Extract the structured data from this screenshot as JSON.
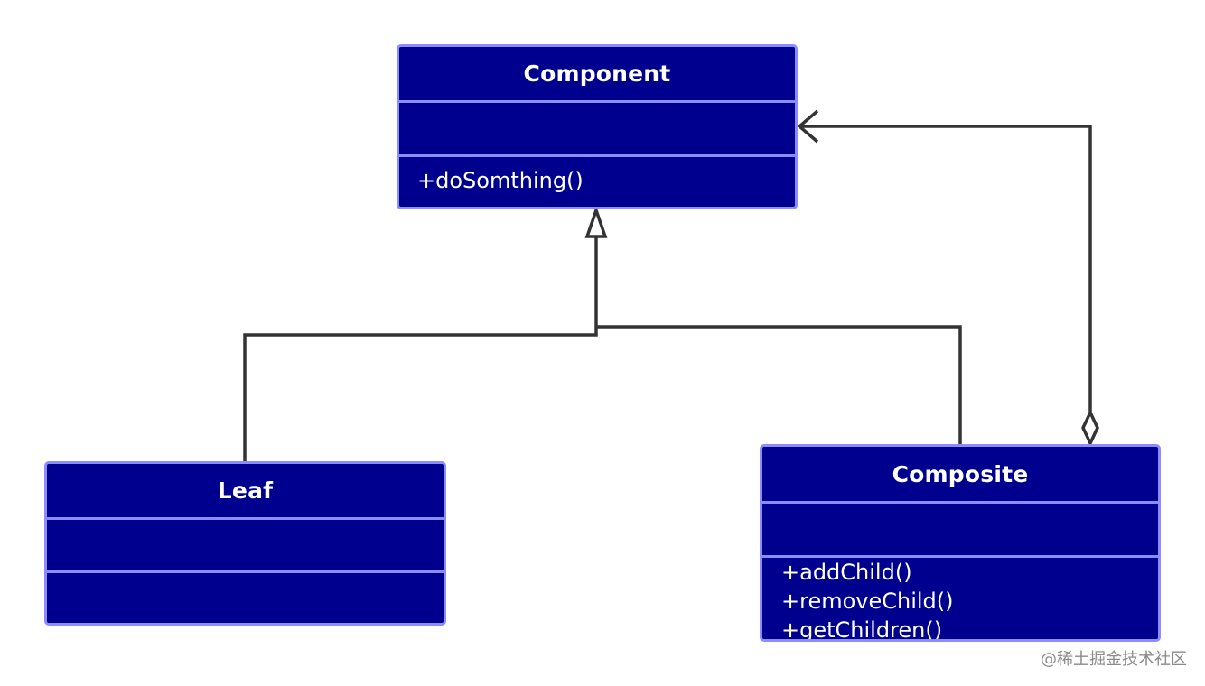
{
  "classes": {
    "component": {
      "name": "Component",
      "attributes": [],
      "methods": [
        "+doSomthing()"
      ]
    },
    "leaf": {
      "name": "Leaf",
      "attributes": [],
      "methods": []
    },
    "composite": {
      "name": "Composite",
      "attributes": [],
      "methods": [
        "+addChild()",
        "+removeChild()",
        "+getChildren()"
      ]
    }
  },
  "relationships": [
    {
      "type": "generalization",
      "from": "Leaf",
      "to": "Component"
    },
    {
      "type": "generalization",
      "from": "Composite",
      "to": "Component"
    },
    {
      "type": "aggregation",
      "from": "Composite",
      "to": "Component"
    }
  ],
  "colors": {
    "class_fill": "#00008f",
    "class_border": "#8c8cff",
    "class_text": "#ffffff",
    "connector": "#333333",
    "watermark": "#8a8a8a"
  },
  "watermark": "@稀土掘金技术社区"
}
